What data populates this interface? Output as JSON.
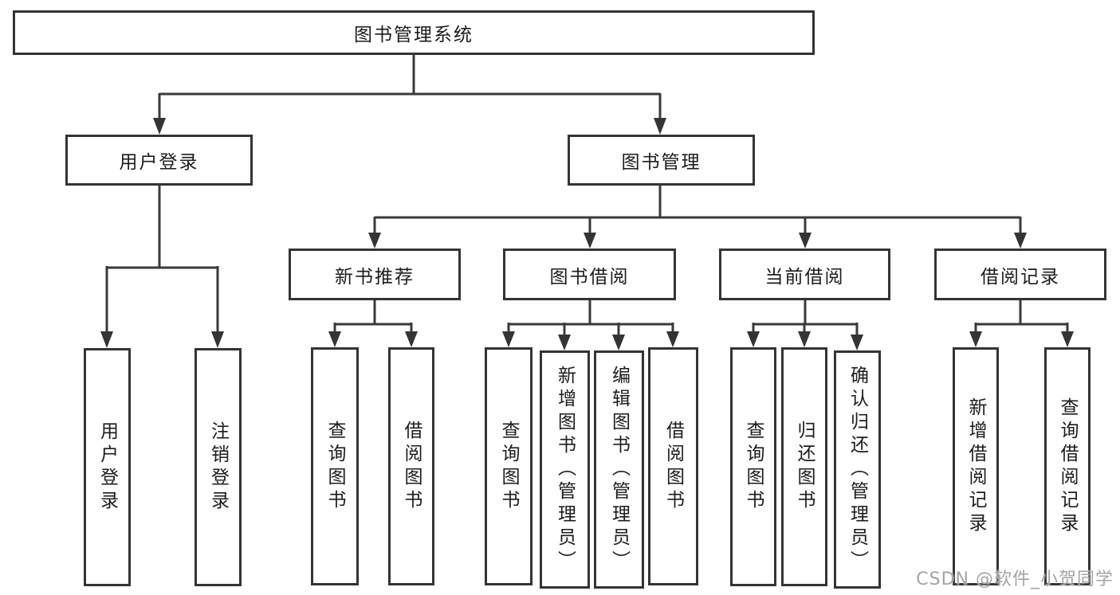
{
  "watermark": "CSDN @软件_小贺同学",
  "colors": {
    "line": "#3a3a3a",
    "box_border": "#343434",
    "text": "#1c1c1c",
    "watermark": "#a4a4a4",
    "background": "#ffffff"
  },
  "tree": {
    "label": "图书管理系统",
    "children": [
      {
        "label": "用户登录",
        "children": [
          {
            "label": "用户登录"
          },
          {
            "label": "注销登录"
          }
        ]
      },
      {
        "label": "图书管理",
        "children": [
          {
            "label": "新书推荐",
            "children": [
              {
                "label": "查询图书"
              },
              {
                "label": "借阅图书"
              }
            ]
          },
          {
            "label": "图书借阅",
            "children": [
              {
                "label": "查询图书"
              },
              {
                "label": "新增图书（管理员）"
              },
              {
                "label": "编辑图书（管理员）"
              },
              {
                "label": "借阅图书"
              }
            ]
          },
          {
            "label": "当前借阅",
            "children": [
              {
                "label": "查询图书"
              },
              {
                "label": "归还图书"
              },
              {
                "label": "确认归还（管理员）"
              }
            ]
          },
          {
            "label": "借阅记录",
            "children": [
              {
                "label": "新增借阅记录"
              },
              {
                "label": "查询借阅记录"
              }
            ]
          }
        ]
      }
    ]
  }
}
